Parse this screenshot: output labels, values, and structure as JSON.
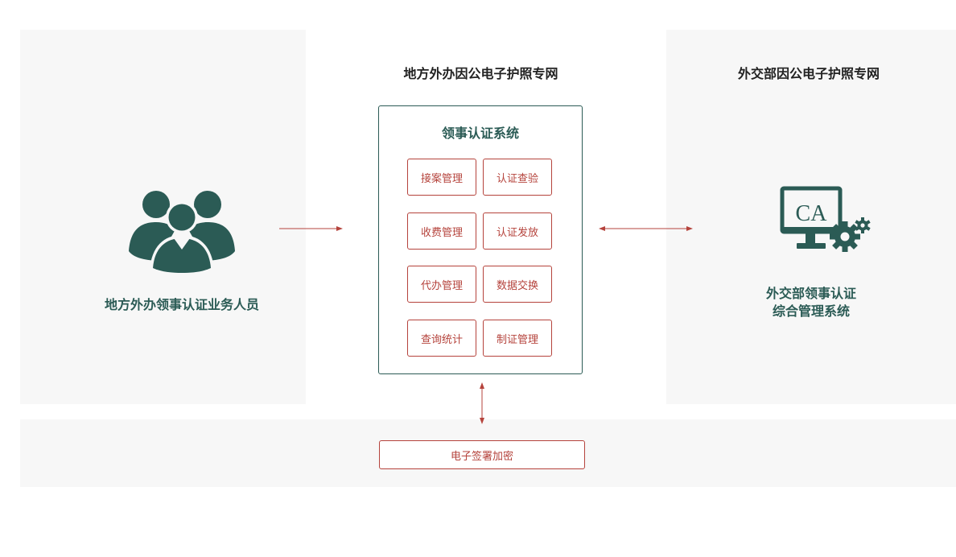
{
  "left_panel": {
    "label": "地方外办领事认证业务人员",
    "icon": "users-group-icon"
  },
  "middle_panel": {
    "heading": "地方外办因公电子护照专网",
    "system": {
      "title": "领事认证系统",
      "modules": [
        "接案管理",
        "认证查验",
        "收费管理",
        "认证发放",
        "代办管理",
        "数据交换",
        "查询统计",
        "制证管理"
      ]
    }
  },
  "right_panel": {
    "heading": "外交部因公电子护照专网",
    "icon": "ca-computer-gear-icon",
    "icon_text": "CA",
    "label_line1": "外交部领事认证",
    "label_line2": "综合管理系统"
  },
  "bottom_panel": {
    "label": "电子签署加密"
  },
  "colors": {
    "primary": "#2b5b55",
    "accent": "#b5433c",
    "panel_bg": "#f7f7f7"
  }
}
